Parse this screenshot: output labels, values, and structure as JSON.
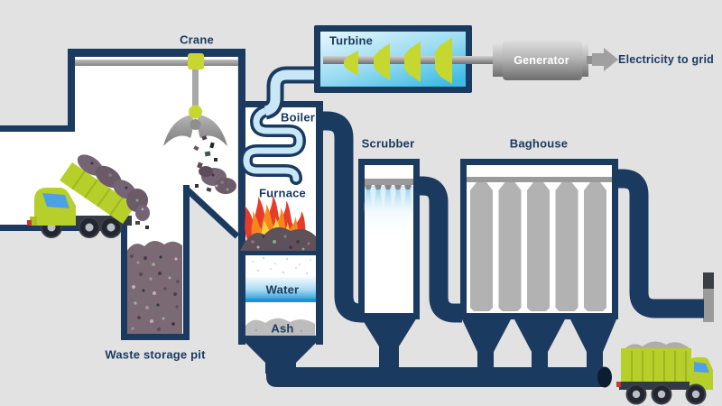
{
  "labels": {
    "crane": "Crane",
    "turbine": "Turbine",
    "generator": "Generator",
    "electricity_to_grid": "Electricity to grid",
    "boiler": "Boiler",
    "furnace": "Furnace",
    "scrubber": "Scrubber",
    "baghouse": "Baghouse",
    "water": "Water",
    "ash": "Ash",
    "waste_storage_pit": "Waste storage pit"
  },
  "colors": {
    "structure_navy": "#1b3a60",
    "background_gray": "#e2e2e2",
    "interior_white": "#ffffff",
    "steam_pipe_blue": "#c9e8f7",
    "turbine_cyan": "#4cc1e7",
    "machine_green": "#c6d72f",
    "steel_gray": "#9a9a9a",
    "flame_orange": "#f6871f",
    "flame_red": "#e63c2a",
    "flame_yellow": "#ffd23f",
    "water_blue": "#2e9fd8",
    "waste_purple": "#7b6a74",
    "ash_gray": "#bcbcbc"
  }
}
